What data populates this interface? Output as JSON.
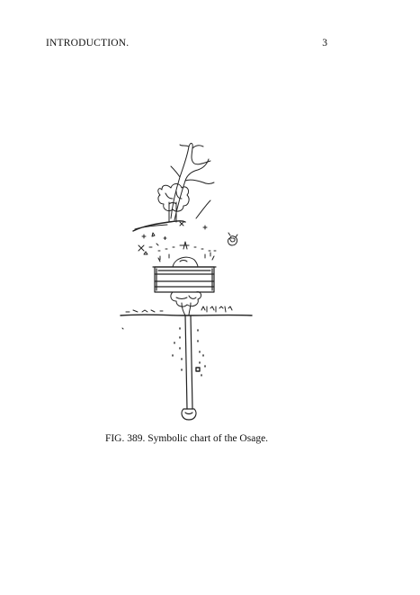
{
  "header": {
    "running_title": "INTRODUCTION.",
    "page_number": "3"
  },
  "figure": {
    "caption": "FIG. 389. Symbolic chart of the Osage.",
    "icon": "symbolic-chart-drawing"
  }
}
